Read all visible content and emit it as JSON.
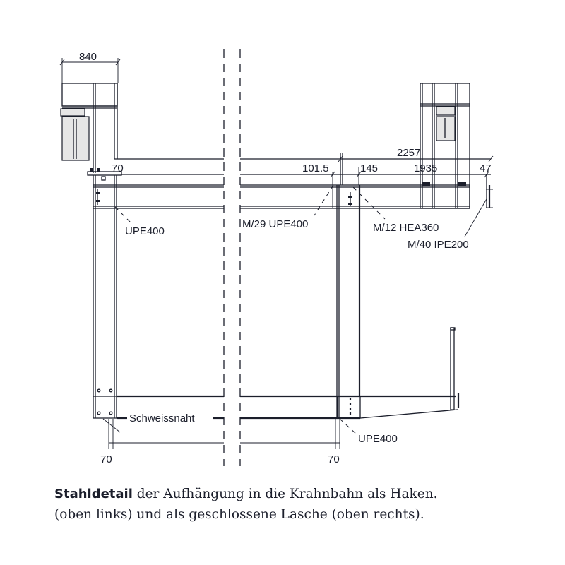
{
  "drawing": {
    "title": "Stahldetail Krahnbahn",
    "colors": {
      "line": "#1b1e2b",
      "background": "#ffffff",
      "fill": "#e6e6e6"
    },
    "dimensions": {
      "top_left_width": "840",
      "left_gap": "70",
      "mid_left": "101.5",
      "mid_right": "145",
      "overall": "2257",
      "span": "1935",
      "end": "47",
      "bottom_left": "70",
      "bottom_right": "70"
    },
    "labels": {
      "upe400_left": "UPE400",
      "m29_upe400": "M/29  UPE400",
      "m12_hea360": "M/12  HEA360",
      "m40_ipe200": "M/40  IPE200",
      "schweissnaht": "Schweissnaht",
      "upe400_bottom": "UPE400"
    }
  },
  "caption": {
    "bold": "Stahldetail",
    "line1_rest": " der Aufhängung in die Krahnbahn als Haken.",
    "line2": "(oben links) und als geschlossene Lasche (oben rechts)."
  }
}
